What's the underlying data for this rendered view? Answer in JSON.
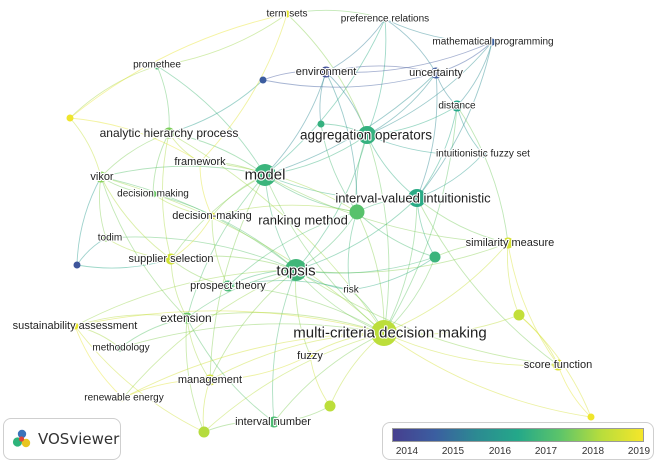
{
  "app": {
    "name": "VOSviewer"
  },
  "overlay_scale": {
    "ticks": [
      "2014",
      "2015",
      "2016",
      "2017",
      "2018",
      "2019"
    ],
    "colors": [
      "#463f8f",
      "#3b5ea0",
      "#2c8a92",
      "#24a889",
      "#5cc46a",
      "#b8dd3c",
      "#f5e62a"
    ]
  },
  "chart_data": {
    "type": "network",
    "color_by": "average publication year",
    "year_range": [
      2013.6,
      2019.4
    ],
    "nodes": [
      {
        "id": "term-sets",
        "label": "term sets",
        "year": 2019.1,
        "weight": 1
      },
      {
        "id": "preference-relations",
        "label": "preference relations",
        "year": 2016.4,
        "weight": 1
      },
      {
        "id": "mathematical-programming",
        "label": "mathematical programming",
        "year": 2014.6,
        "weight": 1
      },
      {
        "id": "promethee",
        "label": "promethee",
        "year": 2017.2,
        "weight": 1
      },
      {
        "id": "environment",
        "label": "environment",
        "year": 2014.1,
        "weight": 2
      },
      {
        "id": "uncertainty",
        "label": "uncertainty",
        "year": 2014.4,
        "weight": 2
      },
      {
        "id": "distance",
        "label": "distance",
        "year": 2016.5,
        "weight": 2
      },
      {
        "id": "analytic-hierarchy-process",
        "label": "analytic hierarchy process",
        "year": 2017.8,
        "weight": 2
      },
      {
        "id": "aggregation-operators",
        "label": "aggregation operators",
        "year": 2016.8,
        "weight": 4
      },
      {
        "id": "intuitionistic-fuzzy-set",
        "label": "intuitionistic fuzzy set",
        "year": 2015.6,
        "weight": 1
      },
      {
        "id": "framework",
        "label": "framework",
        "year": 2019.0,
        "weight": 1
      },
      {
        "id": "model",
        "label": "model",
        "year": 2016.9,
        "weight": 5
      },
      {
        "id": "vikor",
        "label": "vikor",
        "year": 2017.9,
        "weight": 2
      },
      {
        "id": "decision-making",
        "label": "decision making",
        "year": 2017.6,
        "weight": 1
      },
      {
        "id": "interval-valued-intuitionistic",
        "label": "interval-valued intuitionistic",
        "year": 2016.6,
        "weight": 4
      },
      {
        "id": "decision-making-2",
        "label": "decision-making",
        "year": 2019.1,
        "weight": 1
      },
      {
        "id": "ranking-method",
        "label": "ranking method",
        "year": 2017.4,
        "weight": 3
      },
      {
        "id": "todim",
        "label": "todim",
        "year": 2017.9,
        "weight": 1
      },
      {
        "id": "similarity-measure",
        "label": "similarity measure",
        "year": 2018.9,
        "weight": 2
      },
      {
        "id": "supplier-selection",
        "label": "supplier selection",
        "year": 2018.8,
        "weight": 2
      },
      {
        "id": "topsis",
        "label": "topsis",
        "year": 2017.0,
        "weight": 5
      },
      {
        "id": "prospect-theory",
        "label": "prospect theory",
        "year": 2017.1,
        "weight": 2
      },
      {
        "id": "risk",
        "label": "risk",
        "year": 2016.5,
        "weight": 1
      },
      {
        "id": "extension",
        "label": "extension",
        "year": 2017.6,
        "weight": 2
      },
      {
        "id": "multi-criteria-decision-making",
        "label": "multi-criteria decision making",
        "year": 2018.5,
        "weight": 6
      },
      {
        "id": "sustainability-assessment",
        "label": "sustainability assessment",
        "year": 2019.2,
        "weight": 1
      },
      {
        "id": "methodology",
        "label": "methodology",
        "year": 2017.3,
        "weight": 1
      },
      {
        "id": "fuzzy",
        "label": "fuzzy",
        "year": 2019.0,
        "weight": 1
      },
      {
        "id": "score-function",
        "label": "score function",
        "year": 2019.0,
        "weight": 2
      },
      {
        "id": "management",
        "label": "management",
        "year": 2018.9,
        "weight": 2
      },
      {
        "id": "renewable-energy",
        "label": "renewable energy",
        "year": 2019.2,
        "weight": 1
      },
      {
        "id": "interval-number",
        "label": "interval number",
        "year": 2017.2,
        "weight": 2
      },
      {
        "id": "unlabeled-1",
        "label": "",
        "year": 2019.3,
        "weight": 1
      },
      {
        "id": "unlabeled-2",
        "label": "",
        "year": 2014.3,
        "weight": 1
      },
      {
        "id": "unlabeled-3",
        "label": "",
        "year": 2016.8,
        "weight": 1
      },
      {
        "id": "unlabeled-4",
        "label": "",
        "year": 2014.5,
        "weight": 1
      },
      {
        "id": "unlabeled-5",
        "label": "",
        "year": 2018.4,
        "weight": 2
      },
      {
        "id": "unlabeled-6",
        "label": "",
        "year": 2018.5,
        "weight": 2
      },
      {
        "id": "unlabeled-7",
        "label": "",
        "year": 2016.9,
        "weight": 2
      },
      {
        "id": "unlabeled-8",
        "label": "",
        "year": 2018.6,
        "weight": 2
      },
      {
        "id": "unlabeled-9",
        "label": "",
        "year": 2019.3,
        "weight": 1
      }
    ],
    "edges": [
      [
        "model",
        "topsis"
      ],
      [
        "model",
        "aggregation-operators"
      ],
      [
        "model",
        "ranking-method"
      ],
      [
        "model",
        "multi-criteria-decision-making"
      ],
      [
        "model",
        "interval-valued-intuitionistic"
      ],
      [
        "model",
        "analytic-hierarchy-process"
      ],
      [
        "model",
        "framework"
      ],
      [
        "model",
        "vikor"
      ],
      [
        "model",
        "supplier-selection"
      ],
      [
        "model",
        "environment"
      ],
      [
        "model",
        "uncertainty"
      ],
      [
        "model",
        "extension"
      ],
      [
        "model",
        "decision-making-2"
      ],
      [
        "model",
        "promethee"
      ],
      [
        "model",
        "preference-relations"
      ],
      [
        "model",
        "similarity-measure"
      ],
      [
        "model",
        "management"
      ],
      [
        "topsis",
        "multi-criteria-decision-making"
      ],
      [
        "topsis",
        "ranking-method"
      ],
      [
        "topsis",
        "aggregation-operators"
      ],
      [
        "topsis",
        "extension"
      ],
      [
        "topsis",
        "prospect-theory"
      ],
      [
        "topsis",
        "interval-valued-intuitionistic"
      ],
      [
        "topsis",
        "vikor"
      ],
      [
        "topsis",
        "risk"
      ],
      [
        "topsis",
        "supplier-selection"
      ],
      [
        "topsis",
        "similarity-measure"
      ],
      [
        "topsis",
        "fuzzy"
      ],
      [
        "topsis",
        "management"
      ],
      [
        "topsis",
        "sustainability-assessment"
      ],
      [
        "topsis",
        "interval-number"
      ],
      [
        "topsis",
        "unlabeled-7"
      ],
      [
        "topsis",
        "todim"
      ],
      [
        "topsis",
        "decision-making"
      ],
      [
        "topsis",
        "score-function"
      ],
      [
        "topsis",
        "renewable-energy"
      ],
      [
        "multi-criteria-decision-making",
        "similarity-measure"
      ],
      [
        "multi-criteria-decision-making",
        "score-function"
      ],
      [
        "multi-criteria-decision-making",
        "ranking-method"
      ],
      [
        "multi-criteria-decision-making",
        "interval-valued-intuitionistic"
      ],
      [
        "multi-criteria-decision-making",
        "extension"
      ],
      [
        "multi-criteria-decision-making",
        "fuzzy"
      ],
      [
        "multi-criteria-decision-making",
        "management"
      ],
      [
        "multi-criteria-decision-making",
        "interval-number"
      ],
      [
        "multi-criteria-decision-making",
        "sustainability-assessment"
      ],
      [
        "multi-criteria-decision-making",
        "aggregation-operators"
      ],
      [
        "multi-criteria-decision-making",
        "unlabeled-5"
      ],
      [
        "multi-criteria-decision-making",
        "unlabeled-6"
      ],
      [
        "multi-criteria-decision-making",
        "unlabeled-7"
      ],
      [
        "multi-criteria-decision-making",
        "unlabeled-8"
      ],
      [
        "multi-criteria-decision-making",
        "unlabeled-9"
      ],
      [
        "multi-criteria-decision-making",
        "distance"
      ],
      [
        "multi-criteria-decision-making",
        "risk"
      ],
      [
        "multi-criteria-decision-making",
        "prospect-theory"
      ],
      [
        "multi-criteria-decision-making",
        "methodology"
      ],
      [
        "multi-criteria-decision-making",
        "renewable-energy"
      ],
      [
        "multi-criteria-decision-making",
        "analytic-hierarchy-process"
      ],
      [
        "multi-criteria-decision-making",
        "vikor"
      ],
      [
        "aggregation-operators",
        "uncertainty"
      ],
      [
        "aggregation-operators",
        "environment"
      ],
      [
        "aggregation-operators",
        "distance"
      ],
      [
        "aggregation-operators",
        "intuitionistic-fuzzy-set"
      ],
      [
        "aggregation-operators",
        "preference-relations"
      ],
      [
        "aggregation-operators",
        "mathematical-programming"
      ],
      [
        "aggregation-operators",
        "interval-valued-intuitionistic"
      ],
      [
        "aggregation-operators",
        "ranking-method"
      ],
      [
        "aggregation-operators",
        "unlabeled-3"
      ],
      [
        "aggregation-operators",
        "term-sets"
      ],
      [
        "interval-valued-intuitionistic",
        "distance"
      ],
      [
        "interval-valued-intuitionistic",
        "intuitionistic-fuzzy-set"
      ],
      [
        "interval-valued-intuitionistic",
        "similarity-measure"
      ],
      [
        "interval-valued-intuitionistic",
        "ranking-method"
      ],
      [
        "interval-valued-intuitionistic",
        "uncertainty"
      ],
      [
        "interval-valued-intuitionistic",
        "unlabeled-7"
      ],
      [
        "interval-valued-intuitionistic",
        "mathematical-programming"
      ],
      [
        "interval-valued-intuitionistic",
        "score-function"
      ],
      [
        "ranking-method",
        "prospect-theory"
      ],
      [
        "ranking-method",
        "risk"
      ],
      [
        "ranking-method",
        "decision-making-2"
      ],
      [
        "ranking-method",
        "framework"
      ],
      [
        "ranking-method",
        "environment"
      ],
      [
        "ranking-method",
        "unlabeled-7"
      ],
      [
        "uncertainty",
        "mathematical-programming"
      ],
      [
        "uncertainty",
        "preference-relations"
      ],
      [
        "uncertainty",
        "distance"
      ],
      [
        "uncertainty",
        "environment"
      ],
      [
        "environment",
        "unlabeled-4"
      ],
      [
        "environment",
        "preference-relations"
      ],
      [
        "environment",
        "unlabeled-3"
      ],
      [
        "environment",
        "mathematical-programming"
      ],
      [
        "preference-relations",
        "mathematical-programming"
      ],
      [
        "preference-relations",
        "term-sets"
      ],
      [
        "analytic-hierarchy-process",
        "vikor"
      ],
      [
        "analytic-hierarchy-process",
        "framework"
      ],
      [
        "analytic-hierarchy-process",
        "promethee"
      ],
      [
        "analytic-hierarchy-process",
        "supplier-selection"
      ],
      [
        "analytic-hierarchy-process",
        "decision-making"
      ],
      [
        "analytic-hierarchy-process",
        "unlabeled-4"
      ],
      [
        "vikor",
        "todim"
      ],
      [
        "vikor",
        "supplier-selection"
      ],
      [
        "vikor",
        "extension"
      ],
      [
        "vikor",
        "decision-making"
      ],
      [
        "vikor",
        "unlabeled-1"
      ],
      [
        "vikor",
        "unlabeled-2"
      ],
      [
        "todim",
        "unlabeled-2"
      ],
      [
        "todim",
        "supplier-selection"
      ],
      [
        "supplier-selection",
        "prospect-theory"
      ],
      [
        "supplier-selection",
        "extension"
      ],
      [
        "supplier-selection",
        "decision-making-2"
      ],
      [
        "extension",
        "methodology"
      ],
      [
        "extension",
        "management"
      ],
      [
        "extension",
        "sustainability-assessment"
      ],
      [
        "extension",
        "interval-number"
      ],
      [
        "extension",
        "unlabeled-5"
      ],
      [
        "methodology",
        "sustainability-assessment"
      ],
      [
        "management",
        "renewable-energy"
      ],
      [
        "management",
        "fuzzy"
      ],
      [
        "management",
        "unlabeled-5"
      ],
      [
        "sustainability-assessment",
        "renewable-energy"
      ],
      [
        "sustainability-assessment",
        "unlabeled-5"
      ],
      [
        "interval-number",
        "unlabeled-6"
      ],
      [
        "interval-number",
        "unlabeled-5"
      ],
      [
        "fuzzy",
        "unlabeled-6"
      ],
      [
        "similarity-measure",
        "score-function"
      ],
      [
        "similarity-measure",
        "unlabeled-8"
      ],
      [
        "similarity-measure",
        "distance"
      ],
      [
        "similarity-measure",
        "unlabeled-7"
      ],
      [
        "score-function",
        "unlabeled-8"
      ],
      [
        "score-function",
        "unlabeled-9"
      ],
      [
        "distance",
        "intuitionistic-fuzzy-set"
      ],
      [
        "distance",
        "mathematical-programming"
      ],
      [
        "framework",
        "decision-making-2"
      ],
      [
        "framework",
        "term-sets"
      ],
      [
        "framework",
        "unlabeled-1"
      ],
      [
        "decision-making",
        "decision-making-2"
      ],
      [
        "decision-making-2",
        "prospect-theory"
      ],
      [
        "promethee",
        "unlabeled-1"
      ],
      [
        "promethee",
        "term-sets"
      ],
      [
        "term-sets",
        "unlabeled-1"
      ],
      [
        "risk",
        "prospect-theory"
      ],
      [
        "risk",
        "unlabeled-7"
      ],
      [
        "unlabeled-2",
        "supplier-selection"
      ],
      [
        "unlabeled-4",
        "uncertainty"
      ],
      [
        "unlabeled-3",
        "ranking-method"
      ],
      [
        "unlabeled-9",
        "unlabeled-8"
      ]
    ]
  }
}
